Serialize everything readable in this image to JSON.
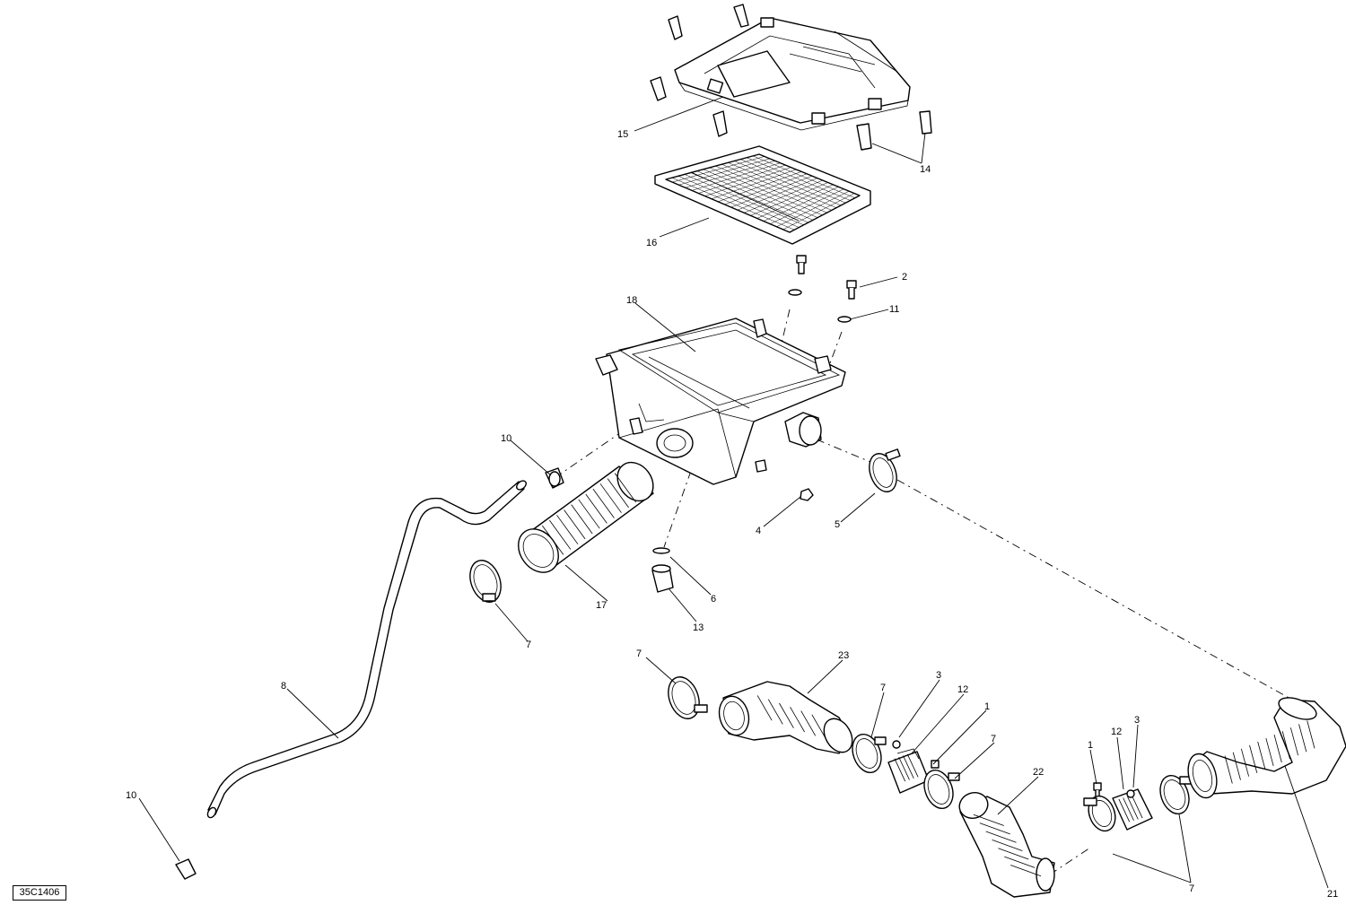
{
  "figure_id": "35C1406",
  "callouts": {
    "c1a": "1",
    "c1b": "1",
    "c2": "2",
    "c3a": "3",
    "c3b": "3",
    "c4": "4",
    "c5": "5",
    "c6": "6",
    "c7a": "7",
    "c7b": "7",
    "c7c": "7",
    "c7d": "7",
    "c7e": "7",
    "c8": "8",
    "c10a": "10",
    "c10b": "10",
    "c11": "11",
    "c12a": "12",
    "c12b": "12",
    "c13": "13",
    "c14": "14",
    "c15": "15",
    "c16": "16",
    "c17": "17",
    "c18": "18",
    "c21": "21",
    "c22": "22",
    "c23": "23"
  }
}
